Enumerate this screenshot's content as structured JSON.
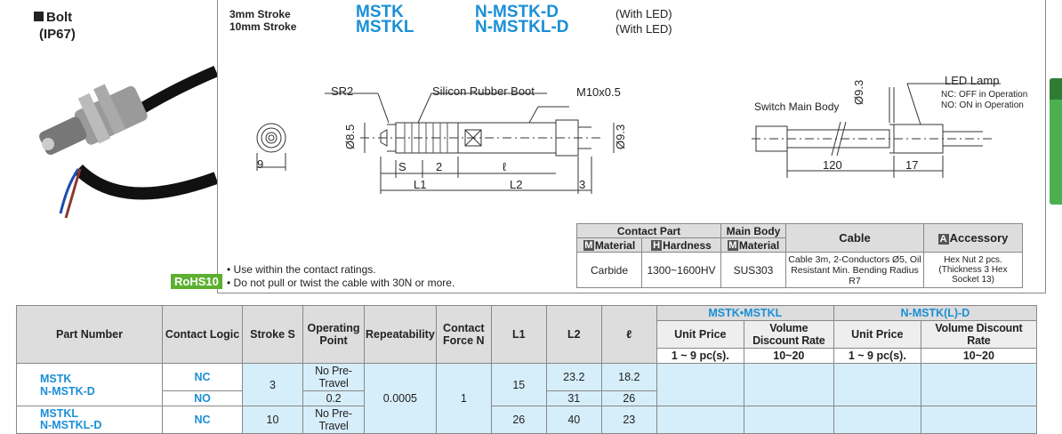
{
  "product": {
    "name": "Bolt",
    "rating": "(IP67)",
    "rohs": "RoHS10"
  },
  "strokes": [
    {
      "label": "3mm Stroke",
      "code": "MSTK",
      "code_led": "N-MSTK-D",
      "led_note": "(With LED)"
    },
    {
      "label": "10mm Stroke",
      "code": "MSTKL",
      "code_led": "N-MSTKL-D",
      "led_note": "(With LED)"
    }
  ],
  "drawing": {
    "sr2": "SR2",
    "boot": "Silicon Rubber Boot",
    "thread": "M10x0.5",
    "d85": "Ø8.5",
    "d93": "Ø9.3",
    "d93b": "Ø9.3",
    "nine": "9",
    "s": "S",
    "two": "2",
    "ell": "ℓ",
    "l1": "L1",
    "l2": "L2",
    "three": "3",
    "switch_body": "Switch Main Body",
    "led_lamp": "LED Lamp",
    "nc_note": "NC: OFF in Operation",
    "no_note": "NO: ON in Operation",
    "d120": "120",
    "d17": "17"
  },
  "spec": {
    "contact_part": "Contact Part",
    "main_body": "Main Body",
    "cable": "Cable",
    "accessory": "Accessory",
    "material": "Material",
    "hardness": "Hardness",
    "main_material": "Material",
    "m_mark": "M",
    "h_mark": "H",
    "a_mark": "A",
    "v_material": "Carbide",
    "v_hardness": "1300~1600HV",
    "v_body": "SUS303",
    "v_cable": "Cable 3m, 2-Conductors Ø5, Oil Resistant Min. Bending Radius R7",
    "v_accessory": "Hex Nut 2 pcs. (Thickness 3 Hex Socket 13)"
  },
  "notes": [
    "• Use within the contact ratings.",
    "• Do not pull or twist the cable with 30N or more."
  ],
  "table": {
    "headers": {
      "part": "Part Number",
      "logic": "Contact Logic",
      "stroke": "Stroke S",
      "op": "Operating Point",
      "rep": "Repeatability",
      "force": "Contact Force N",
      "l1": "L1",
      "l2": "L2",
      "ell": "ℓ"
    },
    "group1": "MSTK•MSTKL",
    "group2": "N-MSTK(L)-D",
    "unit_price": "Unit Price",
    "vol_disc": "Volume Discount Rate",
    "qty1": "1 ~ 9 pc(s).",
    "qty2": "10~20",
    "rows": [
      {
        "part1": "MSTK",
        "part2": "N-MSTK-D",
        "logic": [
          "NC",
          "NO"
        ],
        "stroke": "3",
        "op": [
          "No Pre-Travel",
          "0.2"
        ],
        "l1": "15",
        "l2": [
          "23.2",
          "31"
        ],
        "ell": [
          "18.2",
          "26"
        ]
      },
      {
        "part1": "MSTKL",
        "part2": "N-MSTKL-D",
        "logic": [
          "NC"
        ],
        "stroke": "10",
        "op": [
          "No Pre-Travel"
        ],
        "l1": "26",
        "l2": [
          "40"
        ],
        "ell": [
          "23"
        ]
      }
    ],
    "rep": "0.0005",
    "force": "1"
  }
}
